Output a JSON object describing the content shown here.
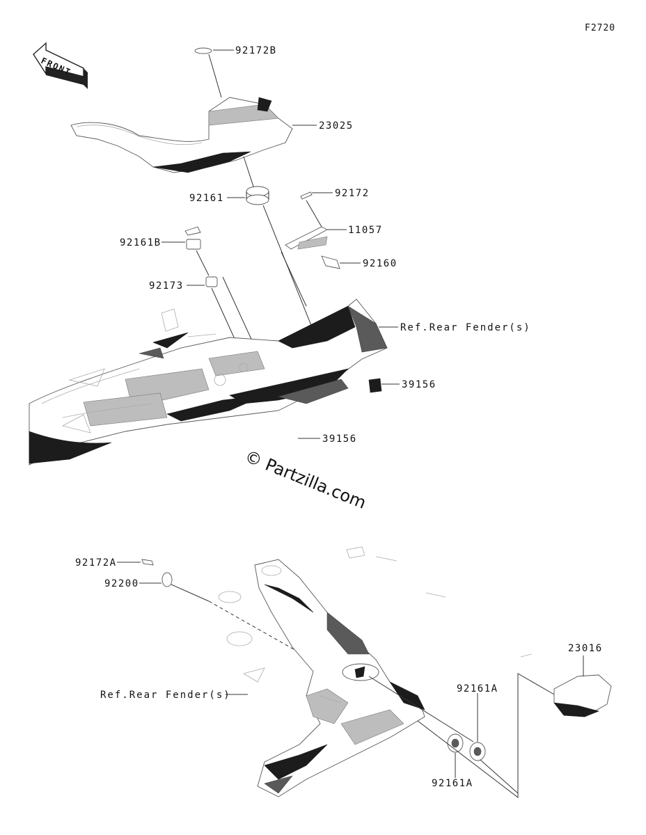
{
  "figure_code": "F2720",
  "front_arrow_text": "FRONT",
  "watermark": "© Partzilla.com",
  "callouts": {
    "c92172B": "92172B",
    "c23025": "23025",
    "c92161": "92161",
    "c92172": "92172",
    "c11057": "11057",
    "c92161B": "92161B",
    "c92160": "92160",
    "c92173": "92173",
    "ref_upper": "Ref.Rear Fender(s)",
    "c39156a": "39156",
    "c39156b": "39156",
    "c92172A": "92172A",
    "c92200": "92200",
    "c23016": "23016",
    "ref_lower": "Ref.Rear Fender(s)",
    "c92161A_top": "92161A",
    "c92161A_bottom": "92161A"
  }
}
